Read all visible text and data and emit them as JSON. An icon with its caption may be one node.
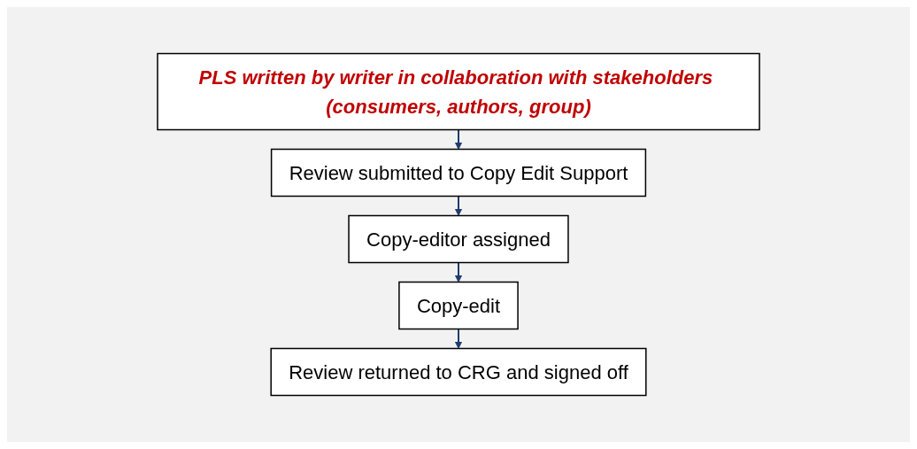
{
  "diagram": {
    "nodes": [
      {
        "text": [
          "PLS written by writer in collaboration with stakeholders (consumers, authors, group)"
        ]
      },
      {
        "text": [
          "Review submitted to Copy Edit Support"
        ]
      },
      {
        "text": [
          "Copy-editor assigned"
        ]
      },
      {
        "text": [
          "Copy-edit"
        ]
      },
      {
        "text": [
          "Review returned to CRG and signed off"
        ]
      }
    ],
    "edges": [
      {
        "from": 0,
        "to": 1,
        "arrow": "to"
      },
      {
        "from": 1,
        "to": 2,
        "arrow": "to"
      },
      {
        "from": 2,
        "to": 3,
        "arrow": "to"
      },
      {
        "from": 3,
        "to": 4,
        "arrow": "to"
      }
    ]
  }
}
